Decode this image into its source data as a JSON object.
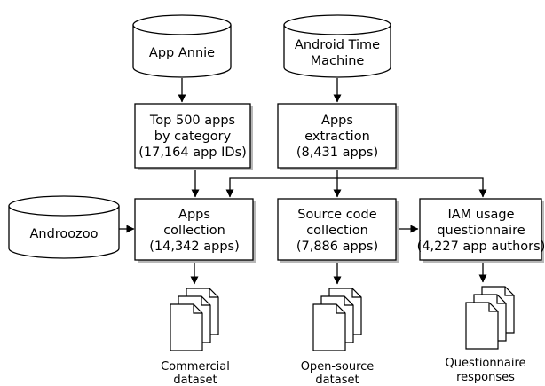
{
  "sources": {
    "app_annie": "App Annie",
    "android_time_machine": [
      "Android Time",
      "Machine"
    ],
    "androozoo": "Androozoo"
  },
  "steps": {
    "top_apps": [
      "Top 500 apps",
      "by category",
      "(17,164 app IDs)"
    ],
    "apps_extraction": [
      "Apps",
      "extraction",
      "(8,431 apps)"
    ],
    "apps_collection": [
      "Apps",
      "collection",
      "(14,342 apps)"
    ],
    "source_code_collection": [
      "Source code",
      "collection",
      "(7,886 apps)"
    ],
    "iam_questionnaire": [
      "IAM usage",
      "questionnaire",
      "(4,227 app authors)"
    ]
  },
  "outputs": {
    "commercial": [
      "Commercial",
      "dataset"
    ],
    "open_source": [
      "Open-source",
      "dataset"
    ],
    "questionnaire": [
      "Questionnaire",
      "responses"
    ]
  }
}
